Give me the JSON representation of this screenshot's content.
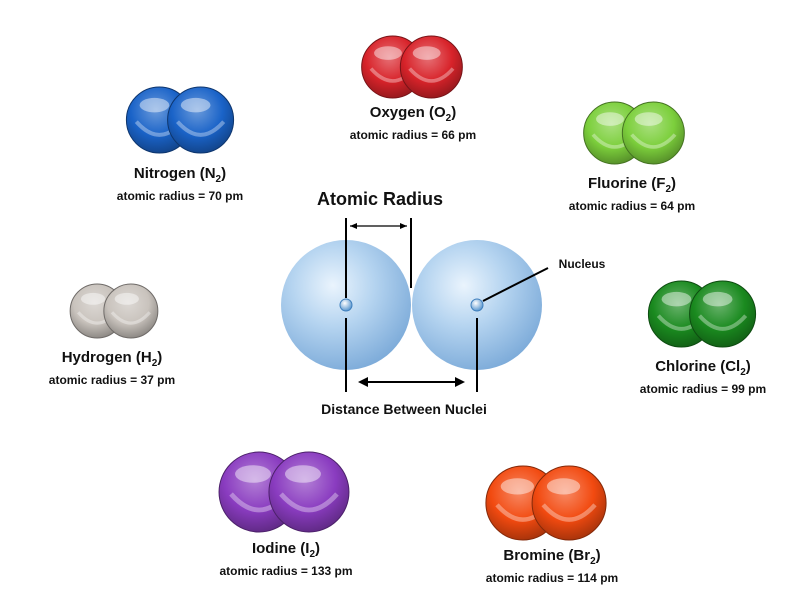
{
  "diagram": {
    "center": {
      "title": "Atomic Radius",
      "nucleus_label": "Nucleus",
      "distance_label": "Distance Between Nuclei"
    },
    "molecules": [
      {
        "key": "oxygen",
        "element": "Oxygen",
        "sub": "2",
        "symbol": "O",
        "radius_text": "atomic radius = 66 pm",
        "radius_pm": 66,
        "color": "#d8232a"
      },
      {
        "key": "fluorine",
        "element": "Fluorine",
        "sub": "2",
        "symbol": "F",
        "radius_text": "atomic radius = 64 pm",
        "radius_pm": 64,
        "color": "#7ccf3c"
      },
      {
        "key": "chlorine",
        "element": "Chlorine",
        "sub": "2",
        "symbol": "Cl",
        "radius_text": "atomic radius = 99 pm",
        "radius_pm": 99,
        "color": "#1a8a1f"
      },
      {
        "key": "bromine",
        "element": "Bromine",
        "sub": "2",
        "symbol": "Br",
        "radius_text": "atomic radius = 114 pm",
        "radius_pm": 114,
        "color": "#f24a10"
      },
      {
        "key": "iodine",
        "element": "Iodine",
        "sub": "2",
        "symbol": "I",
        "radius_text": "atomic radius = 133 pm",
        "radius_pm": 133,
        "color": "#8a3cc0"
      },
      {
        "key": "hydrogen",
        "element": "Hydrogen",
        "sub": "2",
        "symbol": "H",
        "radius_text": "atomic radius = 37 pm",
        "radius_pm": 37,
        "color": "#c9c3bd"
      },
      {
        "key": "nitrogen",
        "element": "Nitrogen",
        "sub": "2",
        "symbol": "N",
        "radius_text": "atomic radius = 70 pm",
        "radius_pm": 70,
        "color": "#1a63c8"
      }
    ]
  }
}
